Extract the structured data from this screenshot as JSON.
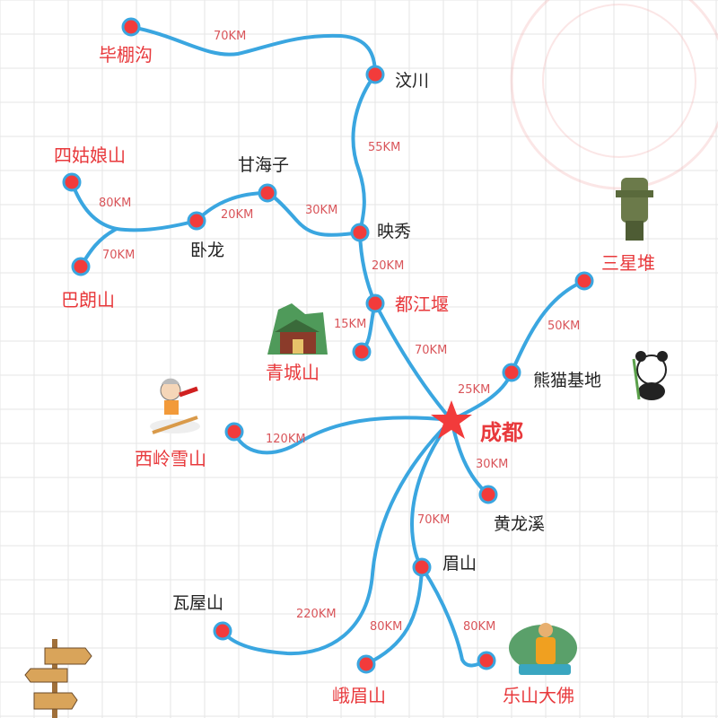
{
  "colors": {
    "route": "#3aa6e0",
    "node": "#f23b3b",
    "distance_text": "#d9555a",
    "highlight_name": "#e8393c",
    "grid": "#e6e6e6"
  },
  "center": {
    "name": "成都",
    "icon": "star-icon"
  },
  "places": {
    "bipenggou": "毕棚沟",
    "wenchuan": "汶川",
    "yingxiu": "映秀",
    "ganhaizi": "甘海子",
    "wolong": "卧龙",
    "siguniangshan": "四姑娘山",
    "balangshan": "巴朗山",
    "dujiangyan": "都江堰",
    "qingchengshan": "青城山",
    "xiongmao": "熊猫基地",
    "sanxingdui": "三星堆",
    "xilingxueshan": "西岭雪山",
    "huanglongxi": "黄龙溪",
    "meishan": "眉山",
    "wawushan": "瓦屋山",
    "emeishan": "峨眉山",
    "leshan": "乐山大佛"
  },
  "distances": {
    "bipenggou_wenchuan": "70KM",
    "wenchuan_yingxiu": "55KM",
    "yingxiu_ganhaizi": "30KM",
    "ganhaizi_wolong": "20KM",
    "wolong_siguniangshan": "80KM",
    "junction_balangshan": "70KM",
    "yingxiu_dujiangyan": "20KM",
    "dujiangyan_qingchengshan": "15KM",
    "dujiangyan_chengdu": "70KM",
    "chengdu_xiongmao": "25KM",
    "xiongmao_sanxingdui": "50KM",
    "chengdu_xiling": "120KM",
    "chengdu_huanglongxi": "30KM",
    "chengdu_meishan": "70KM",
    "chengdu_wawushan": "220KM",
    "meishan_emeishan": "80KM",
    "meishan_leshan": "80KM"
  },
  "decorations": [
    "sanxingdui-mask-illustration",
    "panda-illustration",
    "qingcheng-temple-illustration",
    "skier-illustration",
    "leshan-buddha-illustration",
    "signpost-illustration"
  ]
}
